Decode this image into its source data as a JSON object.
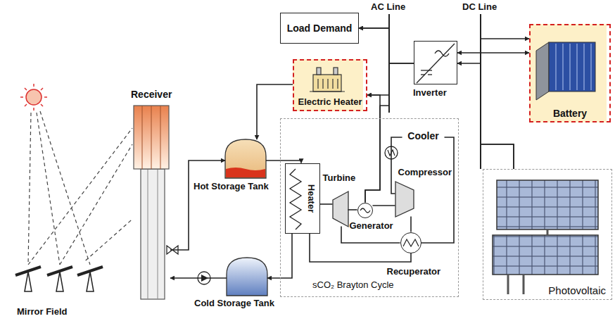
{
  "diagram": {
    "nodes": [
      {
        "text": [
          "Load Demand"
        ]
      },
      {
        "text": [
          "Electric Heater"
        ]
      },
      {
        "text": [
          "Inverter"
        ]
      },
      {
        "text": [
          "Battery"
        ]
      },
      {
        "text": [
          "Receiver"
        ]
      },
      {
        "text": [
          "Hot Storage Tank"
        ]
      },
      {
        "text": [
          "sCO₂ Brayton Cycle"
        ]
      },
      {
        "text": [
          "Heater"
        ],
        "in": 6
      },
      {
        "text": [
          "Turbine"
        ],
        "in": 6
      },
      {
        "text": [
          "Generator"
        ],
        "in": 6
      },
      {
        "text": [
          "Cooler"
        ],
        "in": 6
      },
      {
        "text": [
          "Compressor"
        ],
        "in": 6
      },
      {
        "text": [
          "Recuperator"
        ],
        "in": 6
      },
      {
        "text": [
          "Cold Storage Tank"
        ]
      },
      {
        "text": [
          "Photovoltaic"
        ]
      },
      {
        "text": [
          "Mirror Field"
        ]
      }
    ],
    "edges": [
      {
        "from": 2,
        "to": 0,
        "arrow": "to"
      },
      {
        "from": 9,
        "to": 0,
        "arrow": "to"
      },
      {
        "from": 2,
        "to": 1,
        "arrow": "to"
      },
      {
        "from": 9,
        "to": 1,
        "arrow": "to"
      },
      {
        "from": 14,
        "to": 2,
        "arrow": "to"
      },
      {
        "from": 14,
        "to": 3,
        "arrow": "to"
      },
      {
        "from": 3,
        "to": 2,
        "arrow": "both"
      },
      {
        "from": 1,
        "to": 5,
        "arrow": "to"
      },
      {
        "from": 4,
        "to": 5,
        "arrow": "to"
      },
      {
        "from": 13,
        "to": 4,
        "arrow": "to"
      },
      {
        "from": 5,
        "to": 7,
        "arrow": "to"
      },
      {
        "from": 7,
        "to": 13,
        "arrow": "to"
      },
      {
        "from": 7,
        "to": 8,
        "arrow": "none"
      },
      {
        "from": 8,
        "to": 9,
        "arrow": "none"
      },
      {
        "from": 8,
        "to": 12,
        "arrow": "none"
      },
      {
        "from": 12,
        "to": 10,
        "arrow": "none"
      },
      {
        "from": 10,
        "to": 11,
        "arrow": "none"
      },
      {
        "from": 11,
        "to": 12,
        "arrow": "none"
      },
      {
        "from": 12,
        "to": 7,
        "arrow": "none"
      },
      {
        "from": 15,
        "to": 4,
        "arrow": "none"
      },
      {
        "from": 9,
        "to": 11,
        "arrow": "none"
      }
    ],
    "labels": [
      "AC Line",
      "DC Line"
    ]
  }
}
